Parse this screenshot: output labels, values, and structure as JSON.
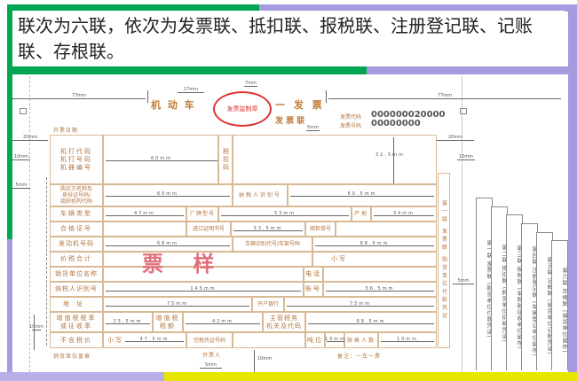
{
  "slide": {
    "text": "联次为六联，依次为发票联、抵扣联、报税联、注册登记联、记账联、存根联。",
    "colors": {
      "green": "#00a651",
      "lavender": "#a79be0",
      "yellow": "#e6e600"
    }
  },
  "invoice": {
    "title_left": "机 动 车",
    "title_right": "一 发 票",
    "stamp": "发票监制章",
    "copy_name": "发 票 联",
    "code_label": "发票代码",
    "code_value": "000000020000",
    "number_label": "发票号码",
    "number_value": "00000000",
    "date_label": "开票日期",
    "dims": {
      "top_left": "77mm",
      "top_mid": "17mm",
      "top_right": "7mm",
      "top_far": "77mm",
      "left1": "20mm",
      "left2": "10mm",
      "left3": "5mm",
      "right1": "20mm",
      "right2": "15mm",
      "code": "5mm",
      "code2": "5mm",
      "r1": "60mm",
      "r1b": "32.5mm",
      "r2": "60mm",
      "r2b": "60.5mm",
      "r3": "47mm",
      "r3b": "53mm",
      "r3c": "34mm",
      "r4": "33.5mm",
      "r5": "68mm",
      "r5b": "68.5mm",
      "r8": "145mm",
      "r8b": "56.5mm",
      "r9": "75mm",
      "r9b": "75mm",
      "r10": "25.5mm",
      "r10b": "42mm",
      "r10c": "68.5mm",
      "r11": "47.5mm",
      "r11b": "10mm",
      "r11c": "10mm",
      "bottom": "5mm",
      "bottom2": "10mm",
      "left4": "10mm",
      "rightside": "5mm"
    },
    "labels": {
      "machine": "机打代码\n机打号码\n机器编号",
      "tax_code": "税控码",
      "buyer": "购买方名称及\n身份证号码/\n组织机构代码",
      "buyer_tin": "纳税人识别号",
      "vehicle_type": "车辆类型",
      "brand": "厂牌型号",
      "origin": "产地",
      "cert": "合格证号",
      "import_cert": "进口证明书号",
      "inspection": "商检单号",
      "engine": "发动机号码",
      "vin": "车辆识别代号/车架号码",
      "total": "价税合计",
      "sample": "票    样",
      "small": "小写",
      "seller": "销货单位名称",
      "phone": "电话",
      "seller_tin": "纳税人识别号",
      "account": "账号",
      "address": "地址",
      "bank": "开户银行",
      "vat_rate": "增值税税率\n或征收率",
      "vat_amount": "增值税\n税额",
      "authority": "主管税务\n机关及代码",
      "net_price": "不含税价",
      "net_small": "小写",
      "tax_paid": "完税凭证号码",
      "tonnage": "吨位",
      "seats": "限乘人数",
      "seller_seal": "销货单位盖章",
      "issuer": "开票人",
      "remark": "备注：一车一票",
      "side": "第一联 发票联 购货单位付款凭证"
    },
    "copies": [
      {
        "label": "第一联 发票联 (购货单位付款凭证)"
      },
      {
        "label": "第二联 抵扣联 (购货单位扣税凭证)"
      },
      {
        "label": "第三联 报税联 (车购税征收单位留存)"
      },
      {
        "label": "第四联 注册登记联 (车辆登记单位留存)"
      },
      {
        "label": "第五联 记账联 (销货单位记账凭证)"
      },
      {
        "label": "第六联 存根联 (销货单位留存)"
      }
    ]
  }
}
